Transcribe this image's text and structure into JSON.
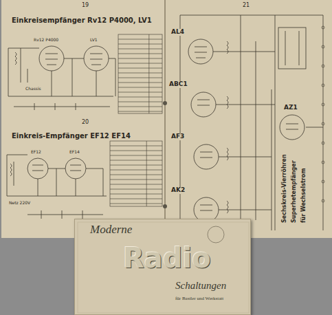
{
  "diagram": {
    "nodes": [
      {
        "text": [
          "Moderne",
          "Radio",
          "Schaltungen",
          "für Bastler und Werkstatt"
        ]
      }
    ],
    "labels": [
      "19",
      "Einkreisempfänger Rv12 P4000, LV1",
      "Rv12 P4000",
      "LV1",
      "Chassis",
      "20",
      "Einkreis-Empfänger EF12 EF14",
      "EF12",
      "EF14",
      "Netz 220V",
      "21",
      "AL4",
      "ABC1",
      "AF3",
      "AK2",
      "AZ1",
      "Sechskreis-Vierröhren",
      "Superhetempfänger",
      "für Wechselstrom"
    ]
  }
}
